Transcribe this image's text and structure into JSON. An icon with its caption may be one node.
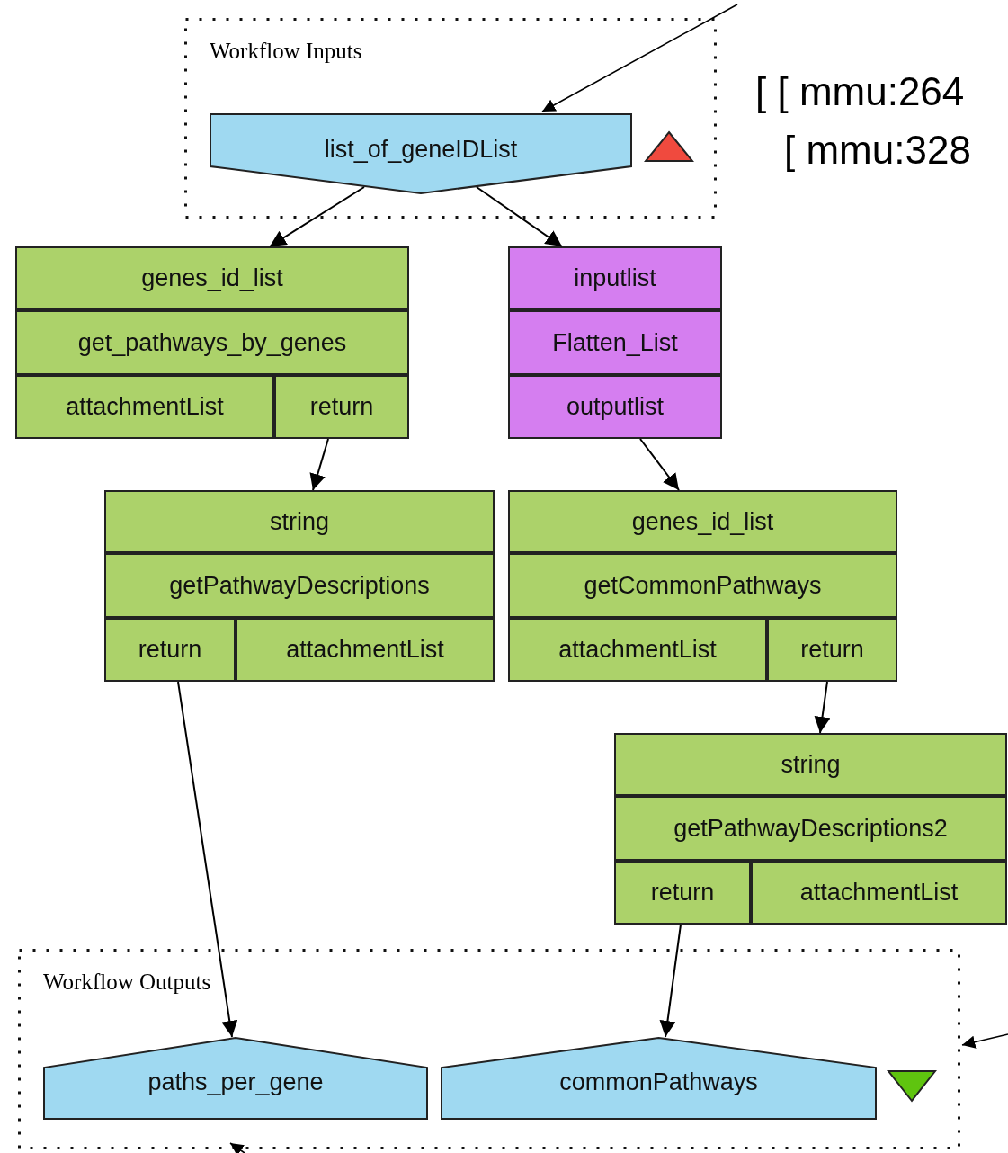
{
  "diagram": {
    "nodes": [
      {
        "text": [
          "Workflow Inputs"
        ]
      },
      {
        "text": [
          "list_of_geneIDList"
        ],
        "in": 0
      },
      {
        "text": [],
        "shape": "box"
      },
      {
        "text": [
          "genes_id_list"
        ],
        "in": 2
      },
      {
        "text": [
          "get_pathways_by_genes"
        ],
        "in": 2
      },
      {
        "text": [
          "attachmentList"
        ],
        "in": 2
      },
      {
        "text": [
          "return"
        ],
        "in": 2
      },
      {
        "text": [],
        "shape": "box"
      },
      {
        "text": [
          "inputlist"
        ],
        "in": 7
      },
      {
        "text": [
          "Flatten_List"
        ],
        "in": 7
      },
      {
        "text": [
          "outputlist"
        ],
        "in": 7
      },
      {
        "text": [],
        "shape": "box"
      },
      {
        "text": [
          "string"
        ],
        "in": 11
      },
      {
        "text": [
          "getPathwayDescriptions"
        ],
        "in": 11
      },
      {
        "text": [
          "return"
        ],
        "in": 11
      },
      {
        "text": [
          "attachmentList"
        ],
        "in": 11
      },
      {
        "text": [],
        "shape": "box"
      },
      {
        "text": [
          "genes_id_list"
        ],
        "in": 16
      },
      {
        "text": [
          "getCommonPathways"
        ],
        "in": 16
      },
      {
        "text": [
          "attachmentList"
        ],
        "in": 16
      },
      {
        "text": [
          "return"
        ],
        "in": 16
      },
      {
        "text": [],
        "shape": "box"
      },
      {
        "text": [
          "string"
        ],
        "in": 21
      },
      {
        "text": [
          "getPathwayDescriptions2"
        ],
        "in": 21
      },
      {
        "text": [
          "return"
        ],
        "in": 21
      },
      {
        "text": [
          "attachmentList"
        ],
        "in": 21
      },
      {
        "text": [
          "Workflow Outputs"
        ]
      },
      {
        "text": [
          "paths_per_gene"
        ],
        "in": 26
      },
      {
        "text": [
          "commonPathways"
        ],
        "in": 26
      }
    ],
    "edges": [
      {
        "from": 1,
        "to": 3,
        "arrow": "to"
      },
      {
        "from": 1,
        "to": 8,
        "arrow": "to"
      },
      {
        "from": 6,
        "to": 12,
        "arrow": "to"
      },
      {
        "from": 10,
        "to": 17,
        "arrow": "to"
      },
      {
        "from": 20,
        "to": 22,
        "arrow": "to"
      },
      {
        "from": 14,
        "to": 27,
        "arrow": "to"
      },
      {
        "from": 24,
        "to": 28,
        "arrow": "to"
      },
      {
        "from": null,
        "to": 1,
        "arrow": "to"
      },
      {
        "from": null,
        "to": 26,
        "arrow": "to"
      },
      {
        "from": null,
        "to": 26,
        "arrow": "to"
      }
    ],
    "labels": [
      "[ [ mmu:264",
      "[ mmu:328"
    ]
  }
}
